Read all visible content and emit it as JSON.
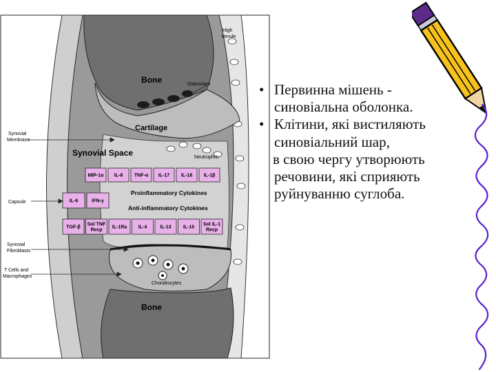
{
  "figure": {
    "labels": {
      "high_venule": [
        "High",
        "Venule"
      ],
      "bone_top": "Bone",
      "osteoclast": "Osteoclast",
      "cartilage": "Cartilage",
      "synovial_space": "Synovial Space",
      "neutrophils": "Neutrophils",
      "synovial_membrane": [
        "Synovial",
        "Membrane"
      ],
      "capsule": "Capsule",
      "synovial_fibroblasts": [
        "Synovial",
        "Fibroblasts"
      ],
      "t_cells": [
        "T Cells and",
        "Macrophages"
      ],
      "chondrocytes": "Chondrocytes",
      "bone_bottom": "Bone",
      "proinflammatory": "Proinflammatory Cytokines",
      "anti_inflammatory": "Anti-inflammatory Cytokines"
    },
    "pro_row1": [
      "MIP-1α",
      "IL-8",
      "TNF-α",
      "IL-17",
      "IL-18",
      "IL-1β"
    ],
    "pro_row2": [
      "IL-6",
      "IFN-γ"
    ],
    "anti_row": [
      [
        "TGF-β"
      ],
      [
        "Sol TNF",
        "Recp"
      ],
      [
        "IL-1Ra"
      ],
      [
        "IL-4"
      ],
      [
        "IL-13"
      ],
      [
        "IL-10"
      ],
      [
        "Sol IL-1",
        "Recp"
      ]
    ],
    "colors": {
      "bone": "#6f6f6f",
      "cartilage": "#bdbdbd",
      "cytokine_box": "#e9b1ea",
      "synovium": "#9a9a9a"
    }
  },
  "bullets": {
    "dot": "•",
    "b1_line1": "Первинна мішень -",
    "b1_line2": "синовіальна оболонка.",
    "b2_line1": "Клітини, які вистиляють",
    "b2_line2": "синовіальний шар,",
    "b2_line3": "в свою чергу утворюють",
    "b2_line4": "речовини, які сприяють",
    "b2_line5": "руйнуванню суглоба."
  }
}
